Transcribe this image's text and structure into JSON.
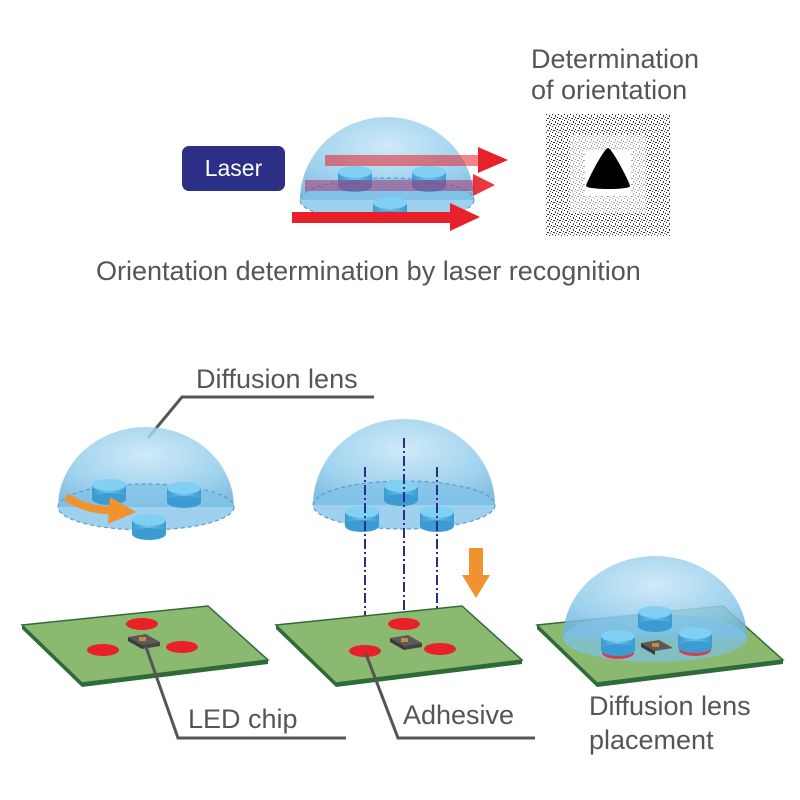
{
  "labels": {
    "laser": "Laser",
    "determination": "Determination\nof orientation",
    "determination_line1": "Determination",
    "determination_line2": "of orientation",
    "caption_top": "Orientation determination by laser recognition",
    "diffusion_lens": "Diffusion lens",
    "led_chip": "LED chip",
    "adhesive": "Adhesive",
    "placement_line1": "Diffusion lens",
    "placement_line2": "placement"
  },
  "colors": {
    "lens": "#8cc9ea",
    "lens_edge": "#6fb3db",
    "chip_cylinder": "#4aa8db",
    "board": "#8bb96f",
    "board_edge": "#2f6b3a",
    "adhesive": "#e8202a",
    "arrow_red": "#e8202a",
    "arrow_orange": "#f0922e",
    "laser_button": "#2b2f86",
    "guide_line": "#2b2f86",
    "text": "#555555"
  }
}
